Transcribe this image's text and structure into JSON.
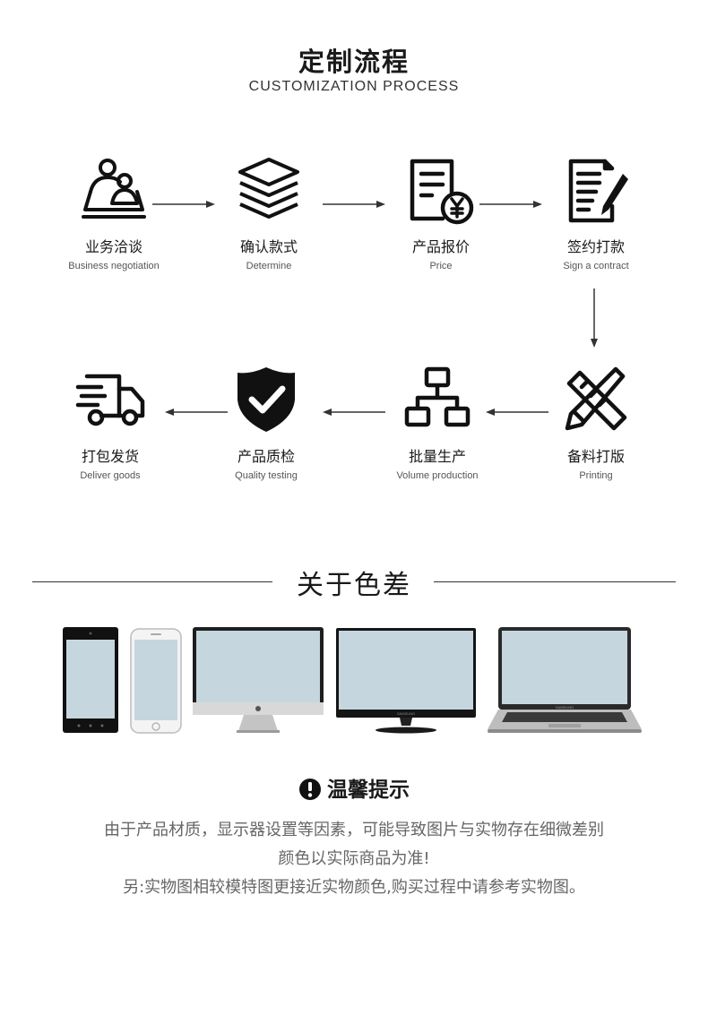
{
  "header": {
    "title_cn": "定制流程",
    "title_en": "CUSTOMIZATION PROCESS"
  },
  "steps": [
    {
      "cn": "业务洽谈",
      "en": "Business negotiation",
      "icon": "business-negotiation-icon"
    },
    {
      "cn": "确认款式",
      "en": "Determine",
      "icon": "layers-icon"
    },
    {
      "cn": "产品报价",
      "en": "Price",
      "icon": "price-document-icon"
    },
    {
      "cn": "签约打款",
      "en": "Sign a contract",
      "icon": "contract-pen-icon"
    },
    {
      "cn": "备料打版",
      "en": "Printing",
      "icon": "pencil-ruler-icon"
    },
    {
      "cn": "批量生产",
      "en": "Volume production",
      "icon": "hierarchy-icon"
    },
    {
      "cn": "产品质检",
      "en": "Quality testing",
      "icon": "shield-check-icon"
    },
    {
      "cn": "打包发货",
      "en": "Deliver goods",
      "icon": "delivery-truck-icon"
    }
  ],
  "color_section": {
    "title": "关于色差",
    "devices": [
      "android-phone-image",
      "iphone-image",
      "imac-image",
      "monitor-image",
      "laptop-image"
    ],
    "device_labels": {
      "monitor_brand": "SAMSUNG",
      "laptop_brand": "SAMSUNG"
    }
  },
  "notice": {
    "title": "温馨提示",
    "line1": "由于产品材质，显示器设置等因素，可能导致图片与实物存在细微差别",
    "line2": "颜色以实际商品为准!",
    "line3": "另:实物图相较模特图更接近实物颜色,购买过程中请参考实物图。"
  },
  "colors": {
    "icon": "#111111",
    "screen": "#c5d6de",
    "text_muted": "#666666"
  }
}
